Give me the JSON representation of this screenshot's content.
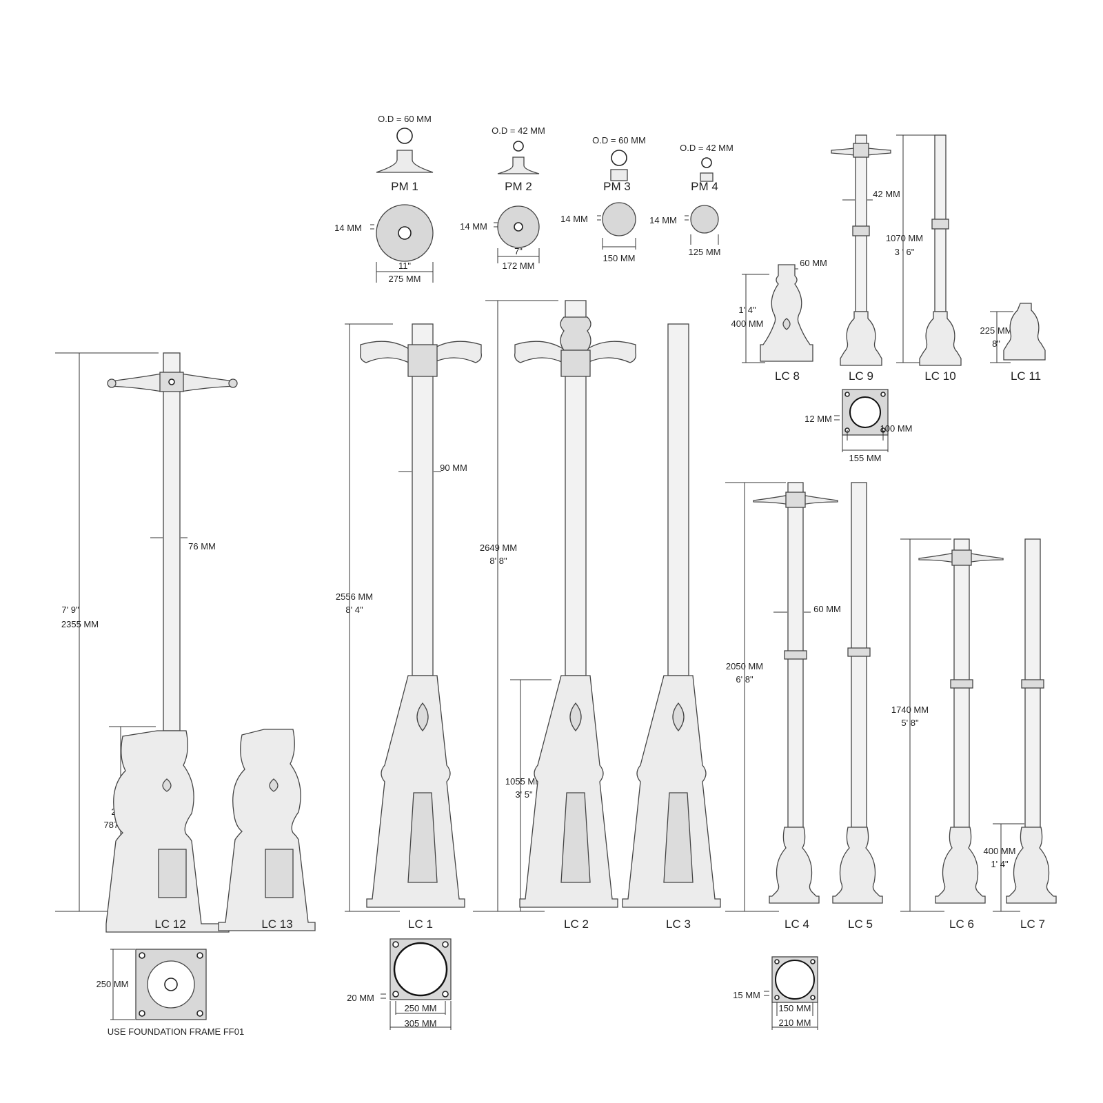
{
  "mounts": [
    {
      "label": "PM 1",
      "od": "O.D = 60 MM",
      "thickness": "14 MM",
      "size_in": "11\"",
      "size_mm": "275 MM"
    },
    {
      "label": "PM 2",
      "od": "O.D = 42 MM",
      "thickness": "14 MM",
      "size_in": "7\"",
      "size_mm": "172 MM"
    },
    {
      "label": "PM 3",
      "od": "O.D = 60 MM",
      "thickness": "14 MM",
      "size_mm": "150 MM"
    },
    {
      "label": "PM 4",
      "od": "O.D = 42 MM",
      "thickness": "14 MM",
      "size_mm": "125 MM"
    }
  ],
  "posts": {
    "lc1": {
      "label": "LC 1"
    },
    "lc2": {
      "label": "LC 2"
    },
    "lc3": {
      "label": "LC 3"
    },
    "lc4": {
      "label": "LC 4"
    },
    "lc5": {
      "label": "LC 5"
    },
    "lc6": {
      "label": "LC 6"
    },
    "lc7": {
      "label": "LC 7"
    },
    "lc8": {
      "label": "LC 8"
    },
    "lc9": {
      "label": "LC 9"
    },
    "lc10": {
      "label": "LC 10"
    },
    "lc11": {
      "label": "LC 11"
    },
    "lc12": {
      "label": "LC 12"
    },
    "lc13": {
      "label": "LC 13"
    }
  },
  "dims": {
    "lc12_h1": "7' 9\"",
    "lc12_h2": "2355 MM",
    "lc12_dia": "76 MM",
    "lc12_base1": "2' 7\"",
    "lc12_base2": "787 MM",
    "lc1_h1": "2556 MM",
    "lc1_h2": "8' 4\"",
    "lc1_dia": "90 MM",
    "lc2_h1": "2649 MM",
    "lc2_h2": "8' 8\"",
    "lc2_base1": "1055 MM",
    "lc2_base2": "3' 5\"",
    "lc4_h1": "2050 MM",
    "lc4_h2": "6' 8\"",
    "lc4_dia": "60 MM",
    "lc6_h1": "1740 MM",
    "lc6_h2": "5' 8\"",
    "lc7_base1": "400 MM",
    "lc7_base2": "1' 4\"",
    "lc8_dia": "60 MM",
    "lc8_h1": "1' 4\"",
    "lc8_h2": "400 MM",
    "lc9_dia": "42 MM",
    "lc10_h1": "1070 MM",
    "lc10_h2": "3 ' 6\"",
    "lc11_h1": "225 MM",
    "lc11_h2": "8\""
  },
  "baseplates": {
    "ff": {
      "size": "250 MM",
      "note": "USE FOUNDATION FRAME FF01"
    },
    "large": {
      "thickness": "20 MM",
      "inner": "250 MM",
      "outer": "305 MM"
    },
    "medium": {
      "thickness": "15 MM",
      "inner": "150 MM",
      "outer": "210 MM"
    },
    "small": {
      "thickness": "12 MM",
      "inner": "100 MM",
      "outer": "155 MM"
    }
  }
}
